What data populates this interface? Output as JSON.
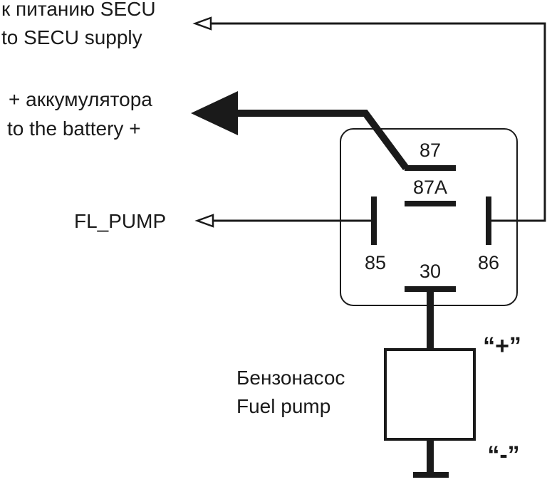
{
  "labels": {
    "secu_ru": "к питанию SECU",
    "secu_en": "to SECU supply",
    "battery_ru": "+ аккумулятора",
    "battery_en": "to the battery +",
    "fl_pump": "FL_PUMP",
    "pin_87": "87",
    "pin_87a": "87A",
    "pin_85": "85",
    "pin_86": "86",
    "pin_30": "30",
    "pump_ru": "Бензонасос",
    "pump_en": "Fuel pump",
    "plus": "“+”",
    "minus": "“-”"
  },
  "colors": {
    "line": "#1a1a1a",
    "background": "#ffffff"
  }
}
